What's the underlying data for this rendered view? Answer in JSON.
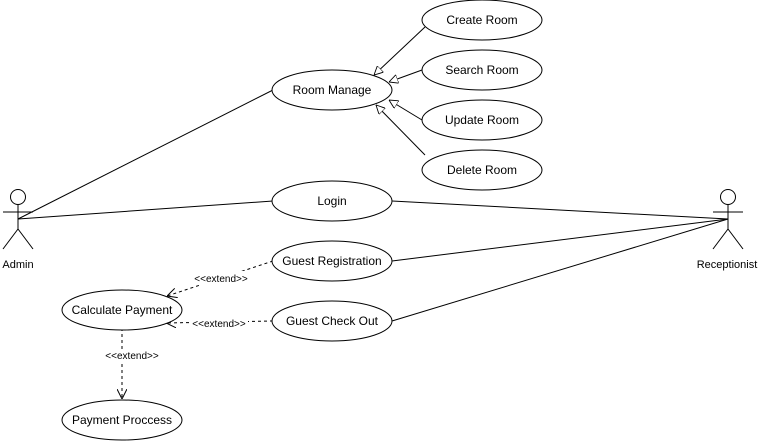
{
  "actors": {
    "admin": "Admin",
    "receptionist": "Receptionist"
  },
  "use_cases": {
    "create_room": "Create Room",
    "search_room": "Search Room",
    "update_room": "Update Room",
    "delete_room": "Delete Room",
    "room_manage": "Room Manage",
    "login": "Login",
    "guest_registration": "Guest Registration",
    "guest_check_out": "Guest Check Out",
    "calculate_payment": "Calculate Payment",
    "payment_process": "Payment Proccess"
  },
  "relations": {
    "extend_registration": "<<extend>>",
    "extend_checkout": "<<extend>>",
    "extend_payment": "<<extend>>"
  }
}
